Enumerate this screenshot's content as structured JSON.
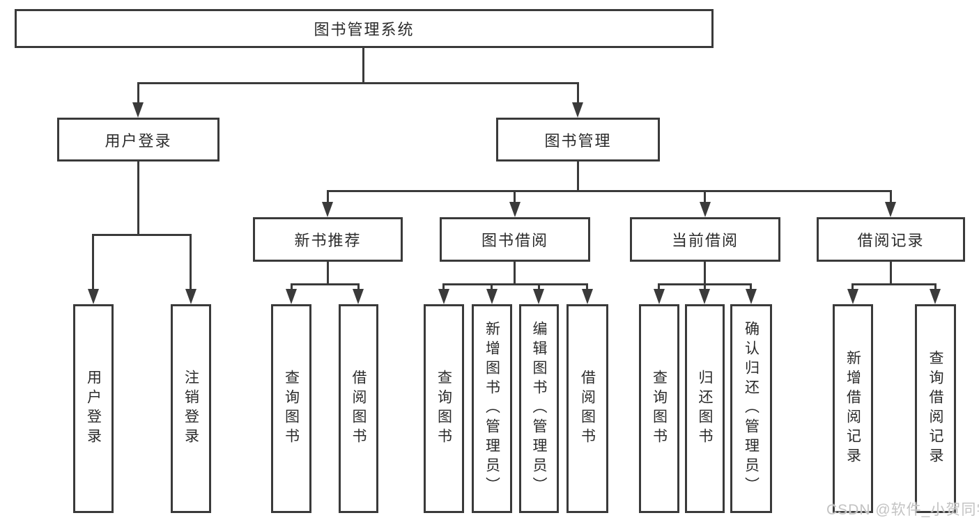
{
  "diagram": {
    "title": "图书管理系统",
    "nodes": {
      "root": "图书管理系统",
      "user_login_module": "用户登录",
      "book_mgmt_module": "图书管理",
      "new_book": "新书推荐",
      "book_borrow": "图书借阅",
      "current_borrow": "当前借阅",
      "borrow_records": "借阅记录",
      "leaves": {
        "user_login": [
          "用户登录",
          "注销登录"
        ],
        "new_book": [
          "查询图书",
          "借阅图书"
        ],
        "book_borrow": [
          "查询图书",
          "新增图书（管理员）",
          "编辑图书（管理员）",
          "借阅图书"
        ],
        "current_borrow": [
          "查询图书",
          "归还图书",
          "确认归还（管理员）"
        ],
        "borrow_records": [
          "新增借阅记录",
          "查询借阅记录"
        ]
      }
    }
  },
  "watermark": {
    "text": "CSDN @软件_小贺同学"
  },
  "colors": {
    "line": "#3a3a3a",
    "box_border": "#3a3a3a",
    "box_background": "#ffffff",
    "text": "#2b2b2b",
    "watermark": "#c3c3c3",
    "page_background": "#ffffff"
  }
}
